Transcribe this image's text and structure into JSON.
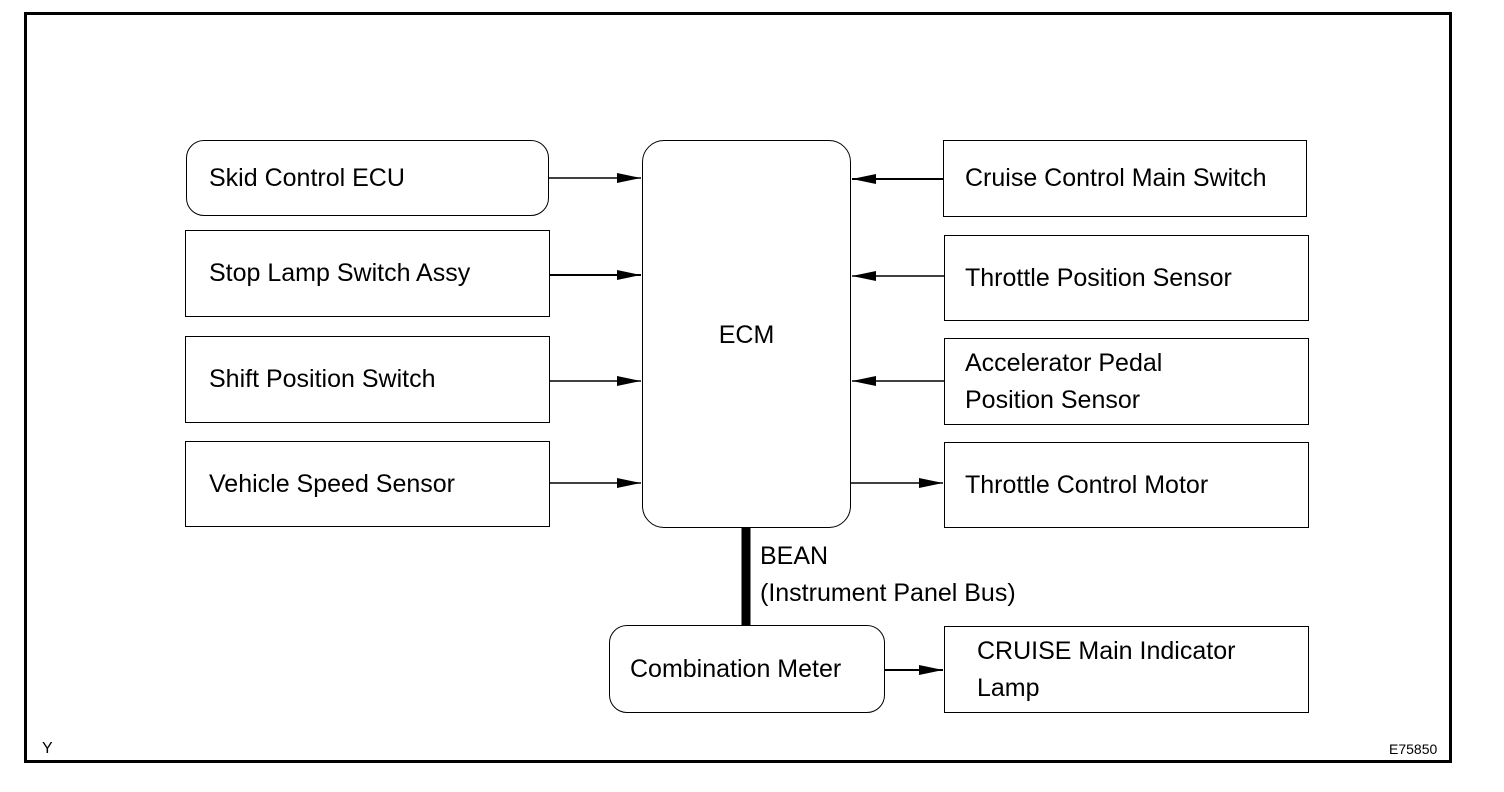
{
  "ecm": {
    "label": "ECM"
  },
  "inputs_left": [
    {
      "label": "Skid Control ECU",
      "shape": "rounded"
    },
    {
      "label": "Stop Lamp Switch Assy",
      "shape": "rect"
    },
    {
      "label": "Shift Position Switch",
      "shape": "rect"
    },
    {
      "label": "Vehicle Speed Sensor",
      "shape": "rect"
    }
  ],
  "right_side": [
    {
      "label": "Cruise Control Main Switch",
      "direction": "to-ecm"
    },
    {
      "label": "Throttle Position Sensor",
      "direction": "to-ecm"
    },
    {
      "label": "Accelerator Pedal\nPosition Sensor",
      "direction": "to-ecm"
    },
    {
      "label": "Throttle Control Motor",
      "direction": "from-ecm"
    }
  ],
  "bus": {
    "line1": "BEAN",
    "line2": "(Instrument Panel Bus)"
  },
  "combination_meter": {
    "label": "Combination Meter"
  },
  "indicator": {
    "label": "CRUISE  Main  Indicator\nLamp"
  },
  "footer": {
    "left_code": "Y",
    "figure_id": "E75850"
  }
}
